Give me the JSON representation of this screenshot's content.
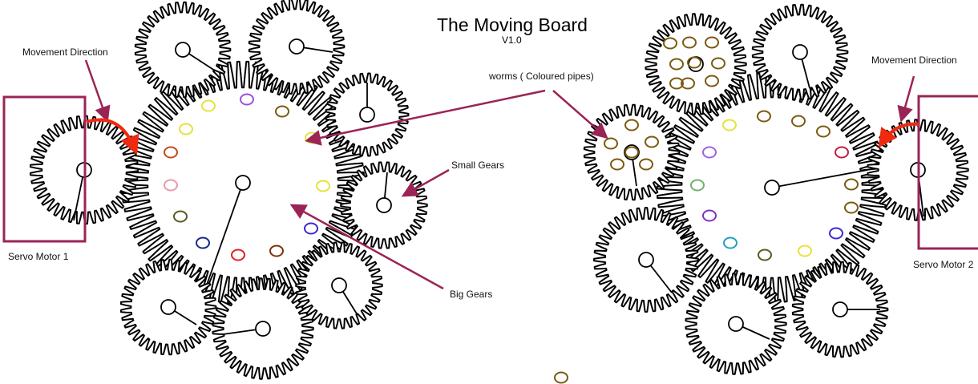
{
  "title": "The Moving Board",
  "version": "V1.0",
  "labels": {
    "movement_left": "Movement Direction",
    "movement_right": "Movement Direction",
    "servo1": "Servo Motor 1",
    "servo2": "Servo Motor 2",
    "worms": "worms ( Coloured pipes)",
    "small_gears": "Small Gears",
    "big_gears": "Big Gears"
  },
  "colors": {
    "annotation": "#9b2456",
    "motion_arrow": "#f02a10",
    "gear": "#000000"
  },
  "pipe_colors": {
    "left_big": [
      "#e6e23a",
      "#9a4fe0",
      "#7a5a10",
      "#e6e23a",
      "#e6e23a",
      "#c04a1a",
      "#e6e23a",
      "#e79aaa",
      "#5a5a20",
      "#1a2a8a",
      "#e02020",
      "#7a3010",
      "#3a2ad0"
    ],
    "right_big": [
      "#e6e23a",
      "#7a5a10",
      "#7a5a10",
      "#7a5a10",
      "#c02040",
      "#a060e0",
      "#7a5a10",
      "#70b070",
      "#8030c0",
      "#7a5a10",
      "#20a0c0",
      "#5a5a20",
      "#e6e23a",
      "#3a2ad0"
    ],
    "clusters": "#7a5a10"
  }
}
